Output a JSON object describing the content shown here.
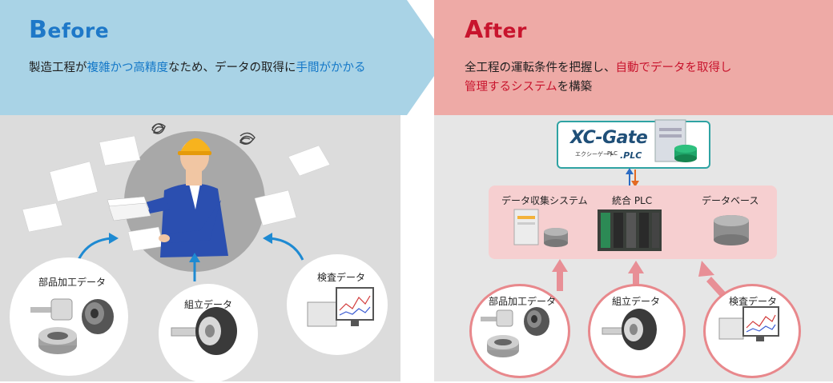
{
  "before": {
    "title_first": "B",
    "title_rest": "efore",
    "desc": [
      {
        "text": "製造工程が",
        "hl": false
      },
      {
        "text": "複雑かつ高精度",
        "hl": true
      },
      {
        "text": "なため、データの取得に",
        "hl": false
      },
      {
        "text": "手間がかかる",
        "hl": true
      }
    ],
    "sources": [
      "部品加工データ",
      "組立データ",
      "検査データ"
    ]
  },
  "after": {
    "title_first": "A",
    "title_rest": "fter",
    "desc_line1": [
      {
        "text": "全工程の運転条件を把握し、",
        "hl": false
      },
      {
        "text": "自動でデータを取得し",
        "hl": true
      }
    ],
    "desc_line2": [
      {
        "text": "管理するシステム",
        "hl": true
      },
      {
        "text": "を構築",
        "hl": false
      }
    ],
    "logo_main": "XC-Gate",
    "logo_kana": "エクシーゲート",
    "logo_plc_small": "PLC",
    "logo_plc": ".PLC",
    "systems": [
      "データ収集システム",
      "統合 PLC",
      "データベース"
    ],
    "sources": [
      "部品加工データ",
      "組立データ",
      "検査データ"
    ]
  },
  "colors": {
    "before_header": "#a9d3e6",
    "before_body": "#dcdcdc",
    "after_header": "#eeaaa6",
    "after_body": "#e6e6e6",
    "before_title": "#1e78c8",
    "after_title": "#c8142d",
    "after_box": "#f6cfd0",
    "after_arrow": "#e88f96",
    "blue_arrow": "#1e8ad2",
    "logo_border": "#2fa3a3"
  }
}
